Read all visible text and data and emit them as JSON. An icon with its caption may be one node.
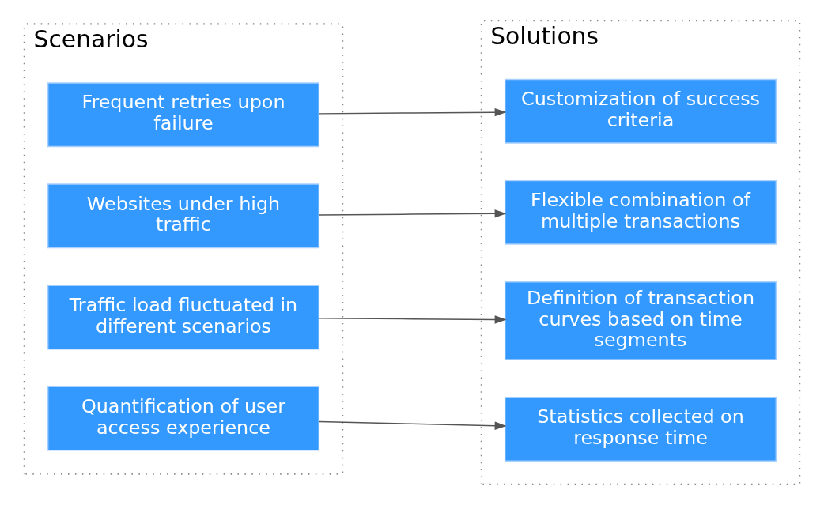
{
  "diagram": {
    "nodes": [
      {
        "text": [
          "Scenarios"
        ]
      },
      {
        "text": [
          "Frequent retries upon failure"
        ],
        "in": 0
      },
      {
        "text": [
          "Websites under high traffic"
        ],
        "in": 0
      },
      {
        "text": [
          "Traffic load fluctuated in different scenarios"
        ],
        "in": 0
      },
      {
        "text": [
          "Quantification of user access experience"
        ],
        "in": 0
      },
      {
        "text": [
          "Solutions"
        ]
      },
      {
        "text": [
          "Customization of success criteria"
        ],
        "in": 5
      },
      {
        "text": [
          "Flexible combination of multiple transactions"
        ],
        "in": 5
      },
      {
        "text": [
          "Definition of transaction curves based on time segments"
        ],
        "in": 5
      },
      {
        "text": [
          "Statistics collected on response time"
        ],
        "in": 5
      }
    ],
    "edges": [
      {
        "from": 1,
        "to": 6,
        "arrow": "to"
      },
      {
        "from": 2,
        "to": 7,
        "arrow": "to"
      },
      {
        "from": 3,
        "to": 8,
        "arrow": "to"
      },
      {
        "from": 4,
        "to": 9,
        "arrow": "to"
      }
    ]
  }
}
